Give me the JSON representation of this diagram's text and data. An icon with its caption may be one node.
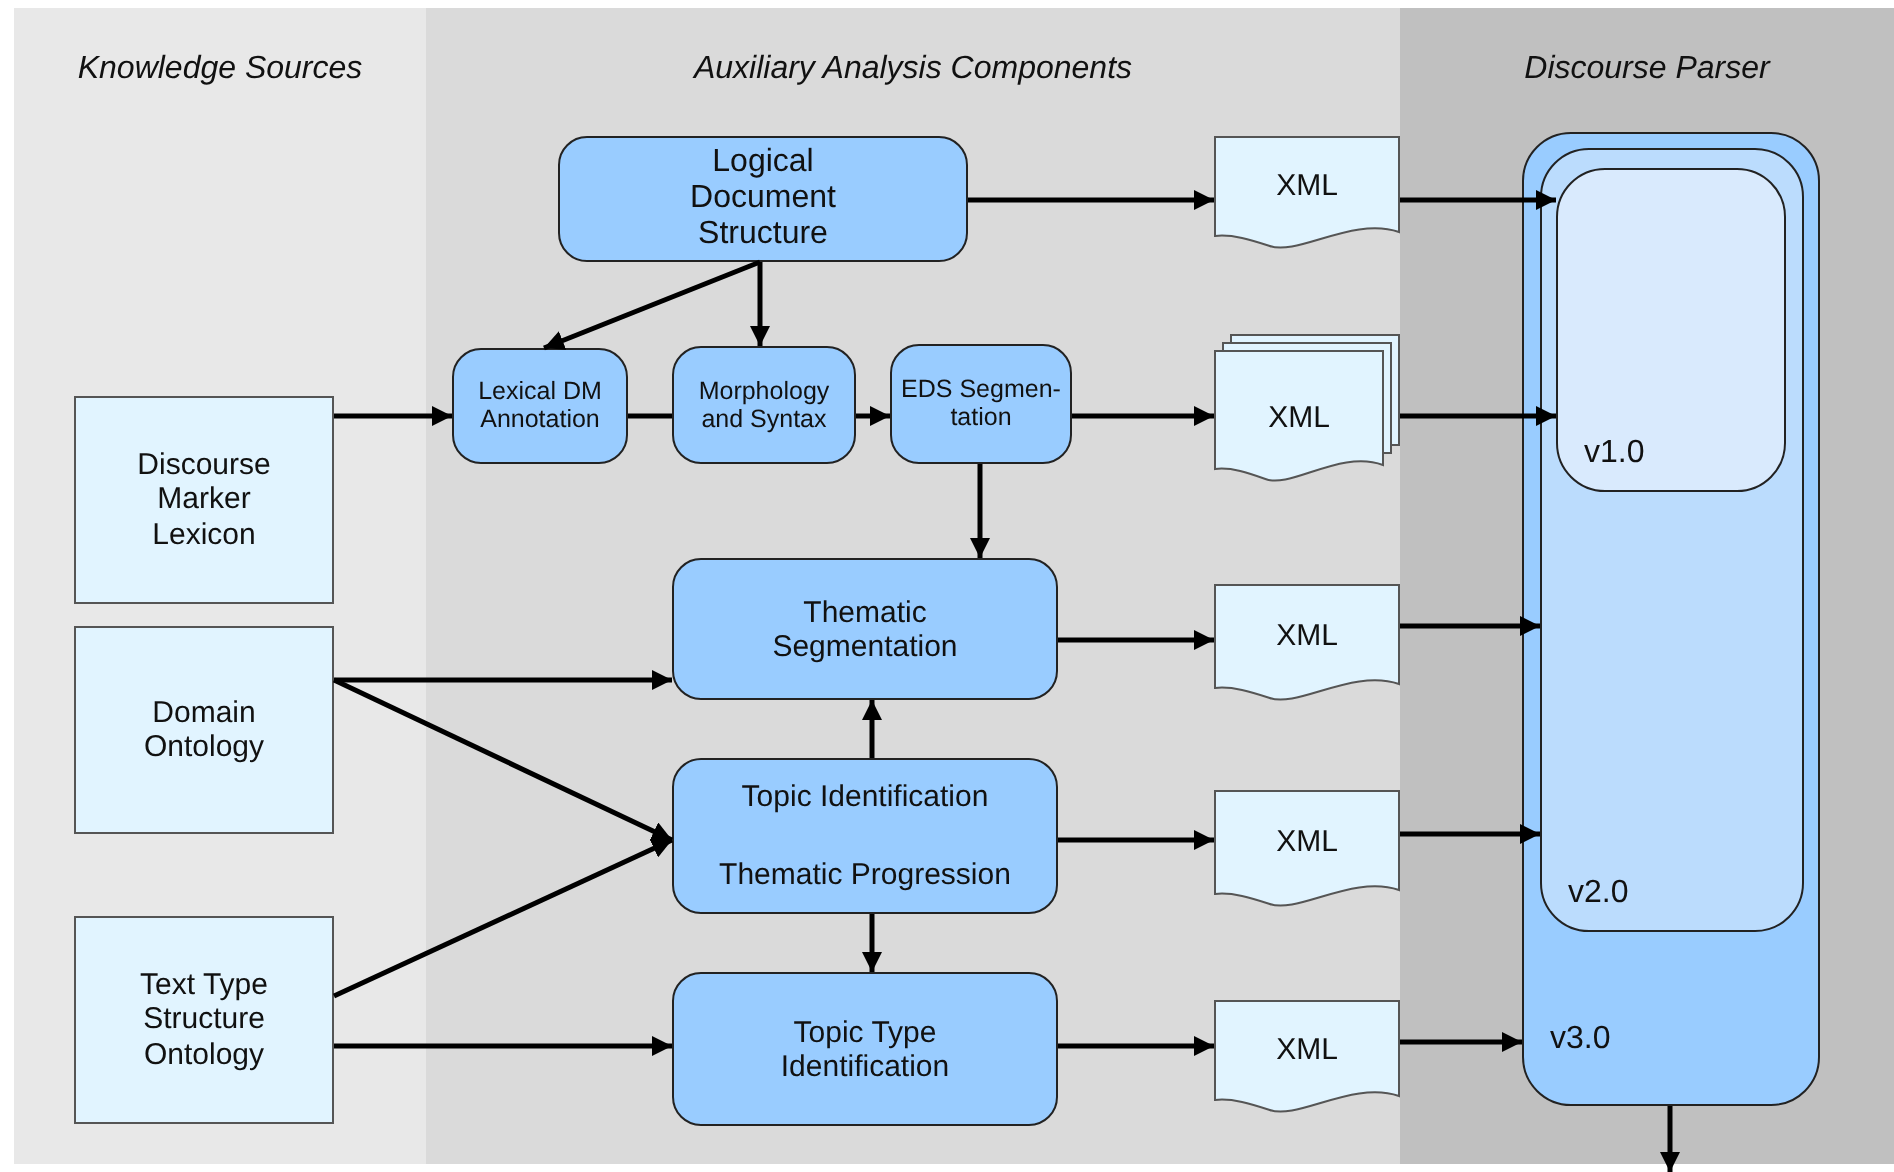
{
  "diagram": {
    "nodes": [
      {
        "text": [
          "Knowledge Sources"
        ]
      },
      {
        "text": [
          "Auxiliary Analysis Components"
        ]
      },
      {
        "text": [
          "Discourse Parser"
        ]
      },
      {
        "text": [
          "Logical Document Structure"
        ],
        "in": 1
      },
      {
        "text": [
          "XML"
        ],
        "in": 1
      },
      {
        "text": [
          "Discourse Marker Lexicon"
        ],
        "in": 0
      },
      {
        "text": [
          "Lexical DM Annotation"
        ],
        "in": 1
      },
      {
        "text": [
          "Morphology and Syntax"
        ],
        "in": 1
      },
      {
        "text": [
          "EDS Segmen- tation"
        ],
        "in": 1
      },
      {
        "text": [
          "XML"
        ],
        "in": 1
      },
      {
        "text": [
          "Thematic Segmentation"
        ],
        "in": 1
      },
      {
        "text": [
          "XML"
        ],
        "in": 1
      },
      {
        "text": [
          "Domain Ontology"
        ],
        "in": 0
      },
      {
        "text": [
          "Topic Identification",
          "Thematic Progression"
        ],
        "in": 1
      },
      {
        "text": [
          "XML"
        ],
        "in": 1
      },
      {
        "text": [
          "Text Type Structure Ontology"
        ],
        "in": 0
      },
      {
        "text": [
          "Topic Type Identification"
        ],
        "in": 1
      },
      {
        "text": [
          "XML"
        ],
        "in": 1
      },
      {
        "text": [
          "v3.0"
        ],
        "in": 2
      },
      {
        "text": [
          "v2.0"
        ],
        "in": 18
      },
      {
        "text": [
          "v1.0"
        ],
        "in": 19
      }
    ],
    "edges": [
      {
        "from": 3,
        "to": 4,
        "arrow": "to"
      },
      {
        "from": 4,
        "to": 20,
        "arrow": "to"
      },
      {
        "from": 3,
        "to": 6,
        "arrow": "to"
      },
      {
        "from": 3,
        "to": 7,
        "arrow": "to"
      },
      {
        "from": 5,
        "to": 6,
        "arrow": "to"
      },
      {
        "from": 6,
        "to": 7,
        "arrow": "none"
      },
      {
        "from": 7,
        "to": 8,
        "arrow": "to"
      },
      {
        "from": 8,
        "to": 9,
        "arrow": "to"
      },
      {
        "from": 9,
        "to": 20,
        "arrow": "to"
      },
      {
        "from": 8,
        "to": 10,
        "arrow": "to"
      },
      {
        "from": 12,
        "to": 10,
        "arrow": "to"
      },
      {
        "from": 12,
        "to": 13,
        "arrow": "to"
      },
      {
        "from": 15,
        "to": 13,
        "arrow": "to"
      },
      {
        "from": 15,
        "to": 16,
        "arrow": "to"
      },
      {
        "from": 13,
        "to": 10,
        "arrow": "to"
      },
      {
        "from": 13,
        "to": 16,
        "arrow": "to"
      },
      {
        "from": 10,
        "to": 11,
        "arrow": "to"
      },
      {
        "from": 11,
        "to": 19,
        "arrow": "to"
      },
      {
        "from": 13,
        "to": 14,
        "arrow": "to"
      },
      {
        "from": 14,
        "to": 19,
        "arrow": "to"
      },
      {
        "from": 16,
        "to": 17,
        "arrow": "to"
      },
      {
        "from": 17,
        "to": 18,
        "arrow": "to"
      },
      {
        "from": 18,
        "to": null,
        "arrow": "to"
      }
    ]
  }
}
